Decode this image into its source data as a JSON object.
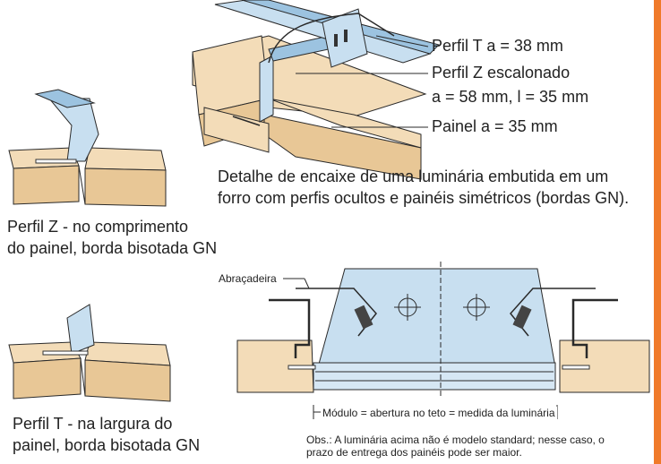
{
  "colors": {
    "accent_orange": "#f07a2a",
    "wood": "#f3dcb8",
    "wood_dark": "#e8c796",
    "metal": "#c8dff0",
    "metal_dark": "#9cc3e0",
    "line": "#2a2a2a"
  },
  "top_detail": {
    "labels": {
      "perfil_t": "Perfil T a = 38 mm",
      "perfil_z_line1": "Perfil Z escalonado",
      "perfil_z_line2": "a = 58 mm, l = 35 mm",
      "painel": "Painel a = 35 mm"
    },
    "caption_line1": "Detalhe de encaixe de uma luminária embutida em um",
    "caption_line2": "forro com perfis ocultos e painéis simétricos (bordas GN)."
  },
  "left_z": {
    "caption_line1": "Perfil Z - no comprimento",
    "caption_line2": "do painel, borda bisotada GN"
  },
  "left_t": {
    "caption_line1": "Perfil T - na largura do",
    "caption_line2": "painel, borda bisotada GN"
  },
  "section": {
    "abracadeira_label": "Abraçadeira",
    "module_label": "Módulo = abertura no teto = medida da luminária",
    "obs_line1": "Obs.: A luminária acima não é modelo standard; nesse caso, o",
    "obs_line2": "prazo de entrega dos painéis pode ser maior."
  }
}
